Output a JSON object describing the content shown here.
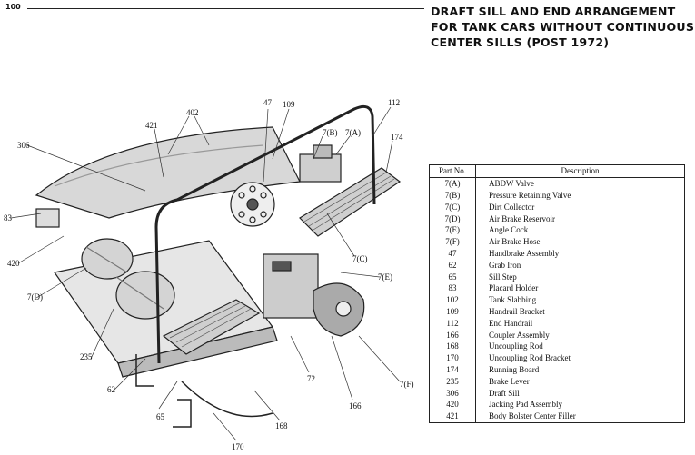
{
  "page": {
    "page_number": "100",
    "title_lines": [
      "DRAFT SILL AND END ARRANGEMENT",
      "FOR TANK CARS WITHOUT CONTINUOUS",
      "CENTER SILLS (POST 1972)"
    ]
  },
  "figure": {
    "callouts": [
      "402",
      "47",
      "109",
      "112",
      "421",
      "7(B)",
      "7(A)",
      "306",
      "174",
      "83",
      "420",
      "7(C)",
      "7(E)",
      "7(D)",
      "235",
      "62",
      "72",
      "166",
      "7(F)",
      "65",
      "168",
      "170"
    ]
  },
  "parts_table": {
    "headers": [
      "Part No.",
      "Description"
    ],
    "rows": [
      [
        "7(A)",
        "ABDW Valve"
      ],
      [
        "7(B)",
        "Pressure Retaining Valve"
      ],
      [
        "7(C)",
        "Dirt Collector"
      ],
      [
        "7(D)",
        "Air Brake Reservoir"
      ],
      [
        "7(E)",
        "Angle Cock"
      ],
      [
        "7(F)",
        "Air Brake Hose"
      ],
      [
        "47",
        "Handbrake Assembly"
      ],
      [
        "62",
        "Grab Iron"
      ],
      [
        "65",
        "Sill Step"
      ],
      [
        "83",
        "Placard Holder"
      ],
      [
        "102",
        "Tank Slabbing"
      ],
      [
        "109",
        "Handrail Bracket"
      ],
      [
        "112",
        "End Handrail"
      ],
      [
        "166",
        "Coupler Assembly"
      ],
      [
        "168",
        "Uncoupling Rod"
      ],
      [
        "170",
        "Uncoupling Rod Bracket"
      ],
      [
        "174",
        "Running Board"
      ],
      [
        "235",
        "Brake Lever"
      ],
      [
        "306",
        "Draft Sill"
      ],
      [
        "420",
        "Jacking Pad Assembly"
      ],
      [
        "421",
        "Body Bolster Center Filler"
      ]
    ]
  }
}
